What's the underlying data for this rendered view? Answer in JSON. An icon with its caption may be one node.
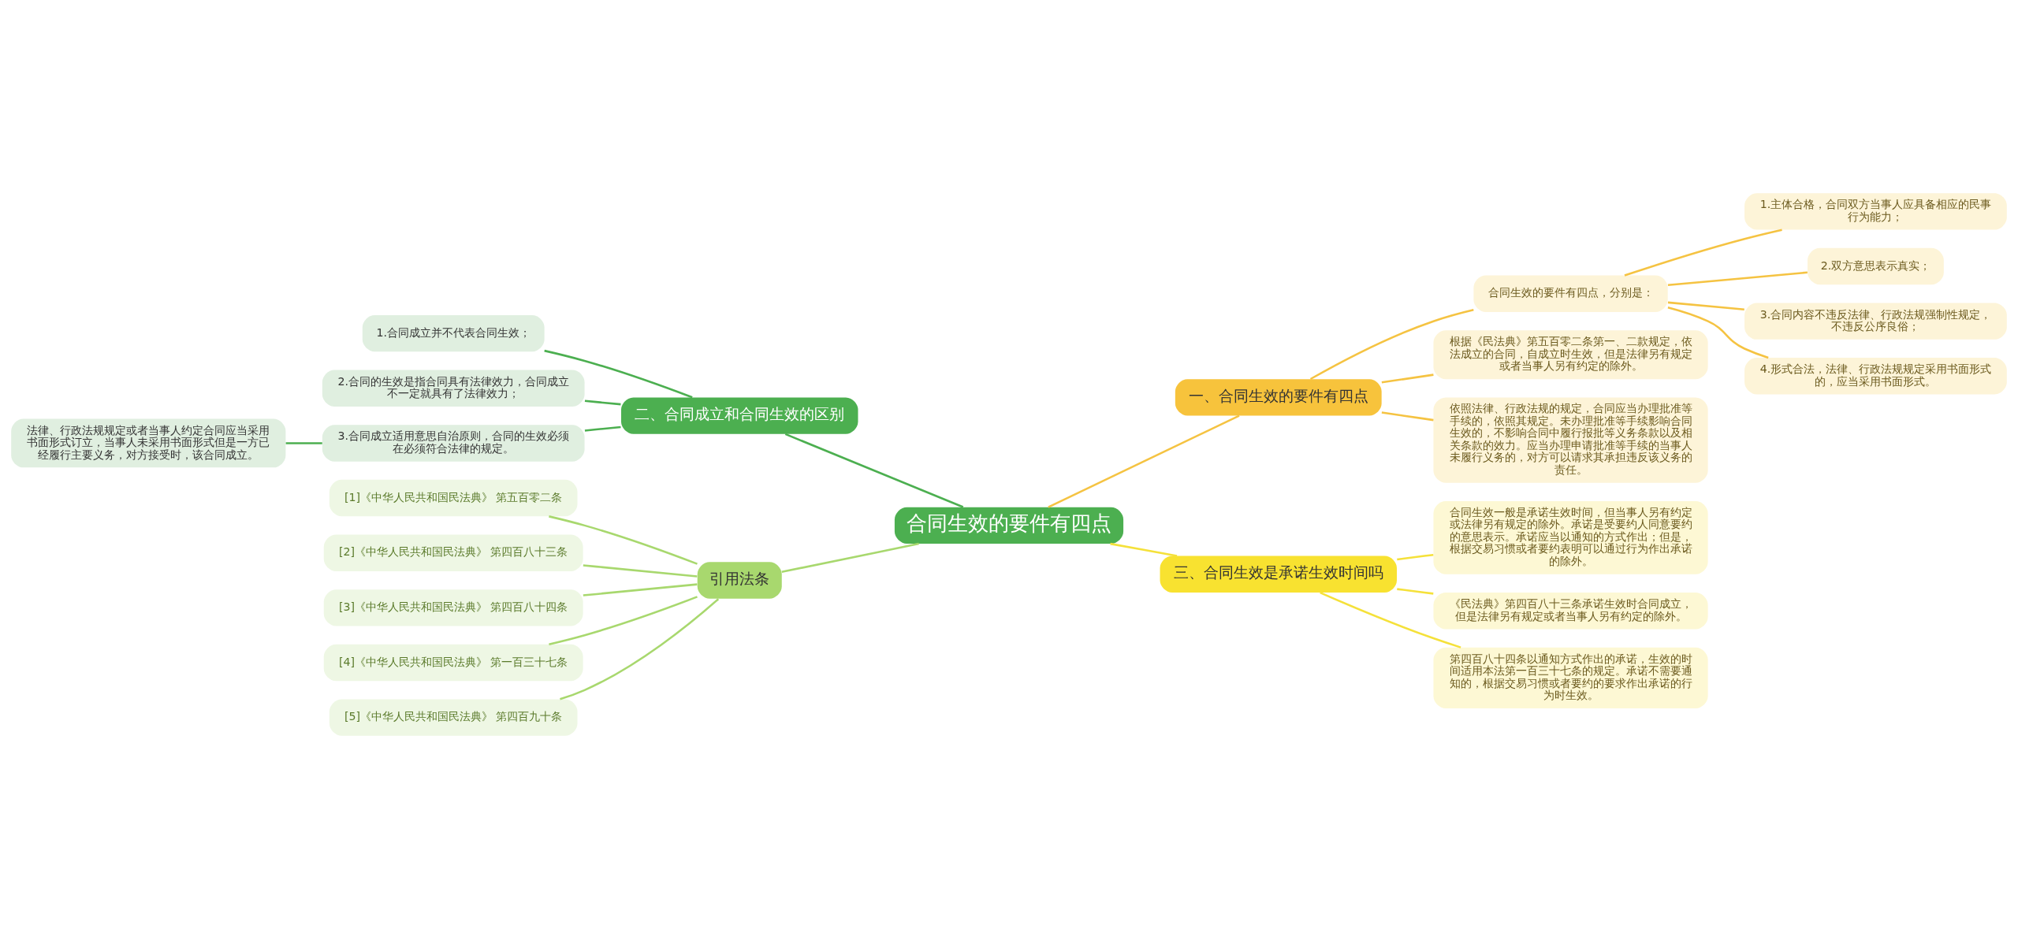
{
  "diagram": {
    "nodes": [
      {
        "text": [
          "合同生效的要件有四点"
        ]
      },
      {
        "text": [
          "一、合同生效的要件有四点"
        ]
      },
      {
        "text": [
          "合同生效的要件有四点，分别是："
        ]
      },
      {
        "text": [
          "1.主体合格，合同双方当事人应具备相应的民事行为能力；"
        ]
      },
      {
        "text": [
          "2.双方意思表示真实；"
        ]
      },
      {
        "text": [
          "3.合同内容不违反法律、行政法规强制性规定，不违反公序良俗；"
        ]
      },
      {
        "text": [
          "4.形式合法，法律、行政法规规定采用书面形式的，应当采用书面形式。"
        ]
      },
      {
        "text": [
          "根据《民法典》第五百零二条第一、二款规定，依法成立的合同，自成立时生效，但是法律另有规定或者当事人另有约定的除外。"
        ]
      },
      {
        "text": [
          "依照法律、行政法规的规定，合同应当办理批准等手续的，依照其规定。未办理批准等手续影响合同生效的，不影响合同中履行报批等义务条款以及相关条款的效力。应当办理申请批准等手续的当事人未履行义务的，对方可以请求其承担违反该义务的责任。"
        ]
      },
      {
        "text": [
          "二、合同成立和合同生效的区别"
        ]
      },
      {
        "text": [
          "1.合同成立并不代表合同生效；"
        ]
      },
      {
        "text": [
          "2.合同的生效是指合同具有法律效力，合同成立不一定就具有了法律效力；"
        ]
      },
      {
        "text": [
          "3.合同成立适用意思自治原则，合同的生效必须在必须符合法律的规定。"
        ]
      },
      {
        "text": [
          "法律、行政法规规定或者当事人约定合同应当采用书面形式订立，当事人未采用书面形式但是一方已经履行主要义务，对方接受时，该合同成立。"
        ]
      },
      {
        "text": [
          "引用法条"
        ]
      },
      {
        "text": [
          "[1]《中华人民共和国民法典》 第五百零二条"
        ]
      },
      {
        "text": [
          "[2]《中华人民共和国民法典》 第四百八十三条"
        ]
      },
      {
        "text": [
          "[3]《中华人民共和国民法典》 第四百八十四条"
        ]
      },
      {
        "text": [
          "[4]《中华人民共和国民法典》 第一百三十七条"
        ]
      },
      {
        "text": [
          "[5]《中华人民共和国民法典》 第四百九十条"
        ]
      },
      {
        "text": [
          "三、合同生效是承诺生效时间吗"
        ]
      },
      {
        "text": [
          "合同生效一般是承诺生效时间，但当事人另有约定或法律另有规定的除外。承诺是受要约人同意要约的意思表示。承诺应当以通知的方式作出；但是，根据交易习惯或者要约表明可以通过行为作出承诺的除外。"
        ]
      },
      {
        "text": [
          "《民法典》第四百八十三条承诺生效时合同成立，但是法律另有规定或者当事人另有约定的除外。"
        ]
      },
      {
        "text": [
          "第四百八十四条以通知方式作出的承诺，生效的时间适用本法第一百三十七条的规定。承诺不需要通知的，根据交易习惯或者要约的要求作出承诺的行为时生效。"
        ]
      }
    ],
    "edges": [
      {
        "from": 0,
        "to": 1,
        "arrow": "none",
        "color": "#f5c342"
      },
      {
        "from": 1,
        "to": 2,
        "arrow": "none",
        "color": "#f5c342"
      },
      {
        "from": 2,
        "to": 3,
        "arrow": "none",
        "color": "#f5c342"
      },
      {
        "from": 2,
        "to": 4,
        "arrow": "none",
        "color": "#f5c342"
      },
      {
        "from": 2,
        "to": 5,
        "arrow": "none",
        "color": "#f5c342"
      },
      {
        "from": 2,
        "to": 6,
        "arrow": "none",
        "color": "#f5c342"
      },
      {
        "from": 1,
        "to": 7,
        "arrow": "none",
        "color": "#f5c342"
      },
      {
        "from": 1,
        "to": 8,
        "arrow": "none",
        "color": "#f5c342"
      },
      {
        "from": 0,
        "to": 9,
        "arrow": "none",
        "color": "#4caf50"
      },
      {
        "from": 9,
        "to": 10,
        "arrow": "none",
        "color": "#4caf50"
      },
      {
        "from": 9,
        "to": 11,
        "arrow": "none",
        "color": "#4caf50"
      },
      {
        "from": 9,
        "to": 12,
        "arrow": "none",
        "color": "#4caf50"
      },
      {
        "from": 12,
        "to": 13,
        "arrow": "none",
        "color": "#4caf50"
      },
      {
        "from": 0,
        "to": 14,
        "arrow": "none",
        "color": "#a8d86e"
      },
      {
        "from": 14,
        "to": 15,
        "arrow": "none",
        "color": "#a8d86e"
      },
      {
        "from": 14,
        "to": 16,
        "arrow": "none",
        "color": "#a8d86e"
      },
      {
        "from": 14,
        "to": 17,
        "arrow": "none",
        "color": "#a8d86e"
      },
      {
        "from": 14,
        "to": 18,
        "arrow": "none",
        "color": "#a8d86e"
      },
      {
        "from": 14,
        "to": 19,
        "arrow": "none",
        "color": "#a8d86e"
      },
      {
        "from": 0,
        "to": 20,
        "arrow": "none",
        "color": "#f5e13a"
      },
      {
        "from": 20,
        "to": 21,
        "arrow": "none",
        "color": "#f5e13a"
      },
      {
        "from": 20,
        "to": 22,
        "arrow": "none",
        "color": "#f5e13a"
      },
      {
        "from": 20,
        "to": 23,
        "arrow": "none",
        "color": "#f5e13a"
      }
    ]
  }
}
